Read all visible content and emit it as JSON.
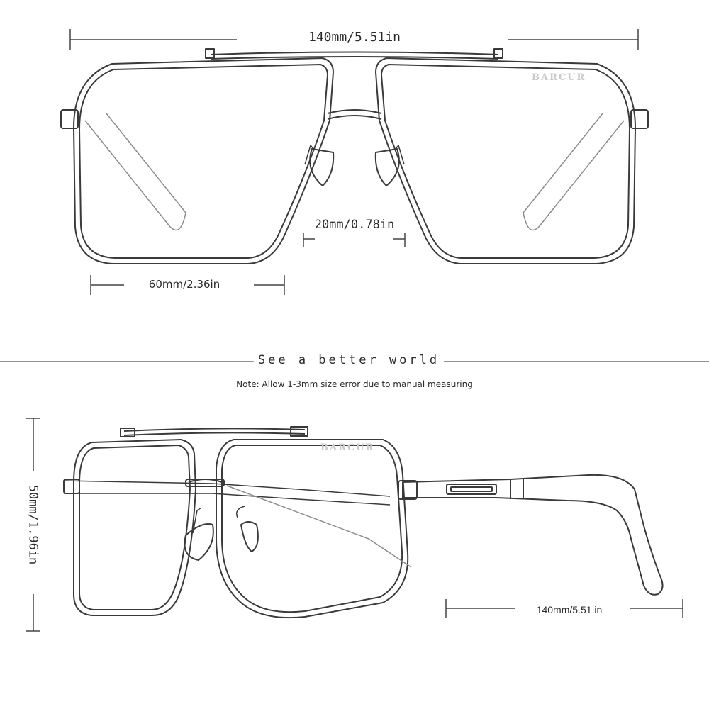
{
  "top_view": {
    "total_width_label": "140mm/5.51in",
    "bridge_width_label": "20mm/0.78in",
    "lens_width_label": "60mm/2.36in",
    "brand": "BARCUR"
  },
  "divider": {
    "slogan": "See a better world",
    "note": "Note: Allow 1-3mm size error due to manual measuring"
  },
  "side_view": {
    "lens_height_label": "50mm/1.96in",
    "temple_length_label": "140mm/5.51 in",
    "brand": "BARCUR"
  },
  "colors": {
    "frame_line": "#3a3a3a",
    "measure_line": "#444444",
    "text": "#2a2a2a",
    "brand_mark": "#c9c9c9"
  }
}
